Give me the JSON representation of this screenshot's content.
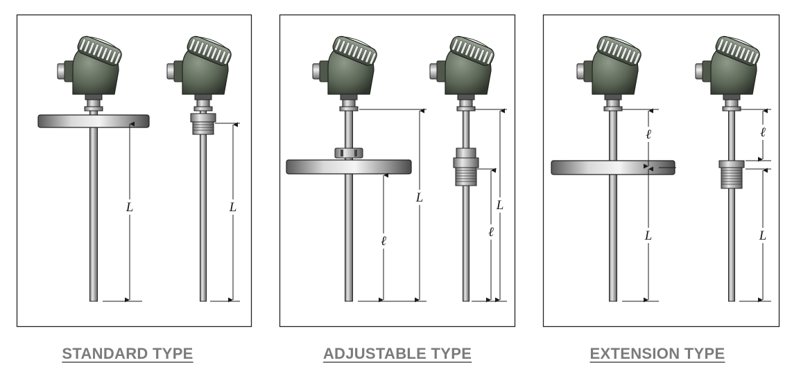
{
  "panels": [
    {
      "caption": "STANDARD TYPE",
      "left_dims": [
        "L"
      ],
      "right_dims": [
        "L"
      ]
    },
    {
      "caption": "ADJUSTABLE TYPE",
      "left_dims": [
        "L",
        "ℓ"
      ],
      "right_dims": [
        "L",
        "ℓ"
      ]
    },
    {
      "caption": "EXTENSION TYPE",
      "left_dims": [
        "ℓ",
        "L"
      ],
      "right_dims": [
        "ℓ",
        "L"
      ]
    }
  ],
  "colors": {
    "frame": "#222222",
    "dimension_line": "#1a1a1a",
    "caption": "#7b7b7b",
    "head_body": "#5f6a5a",
    "metal": "#b9b9b9"
  },
  "icons": [
    "thermocouple-flange-icon",
    "thermocouple-thread-icon"
  ]
}
